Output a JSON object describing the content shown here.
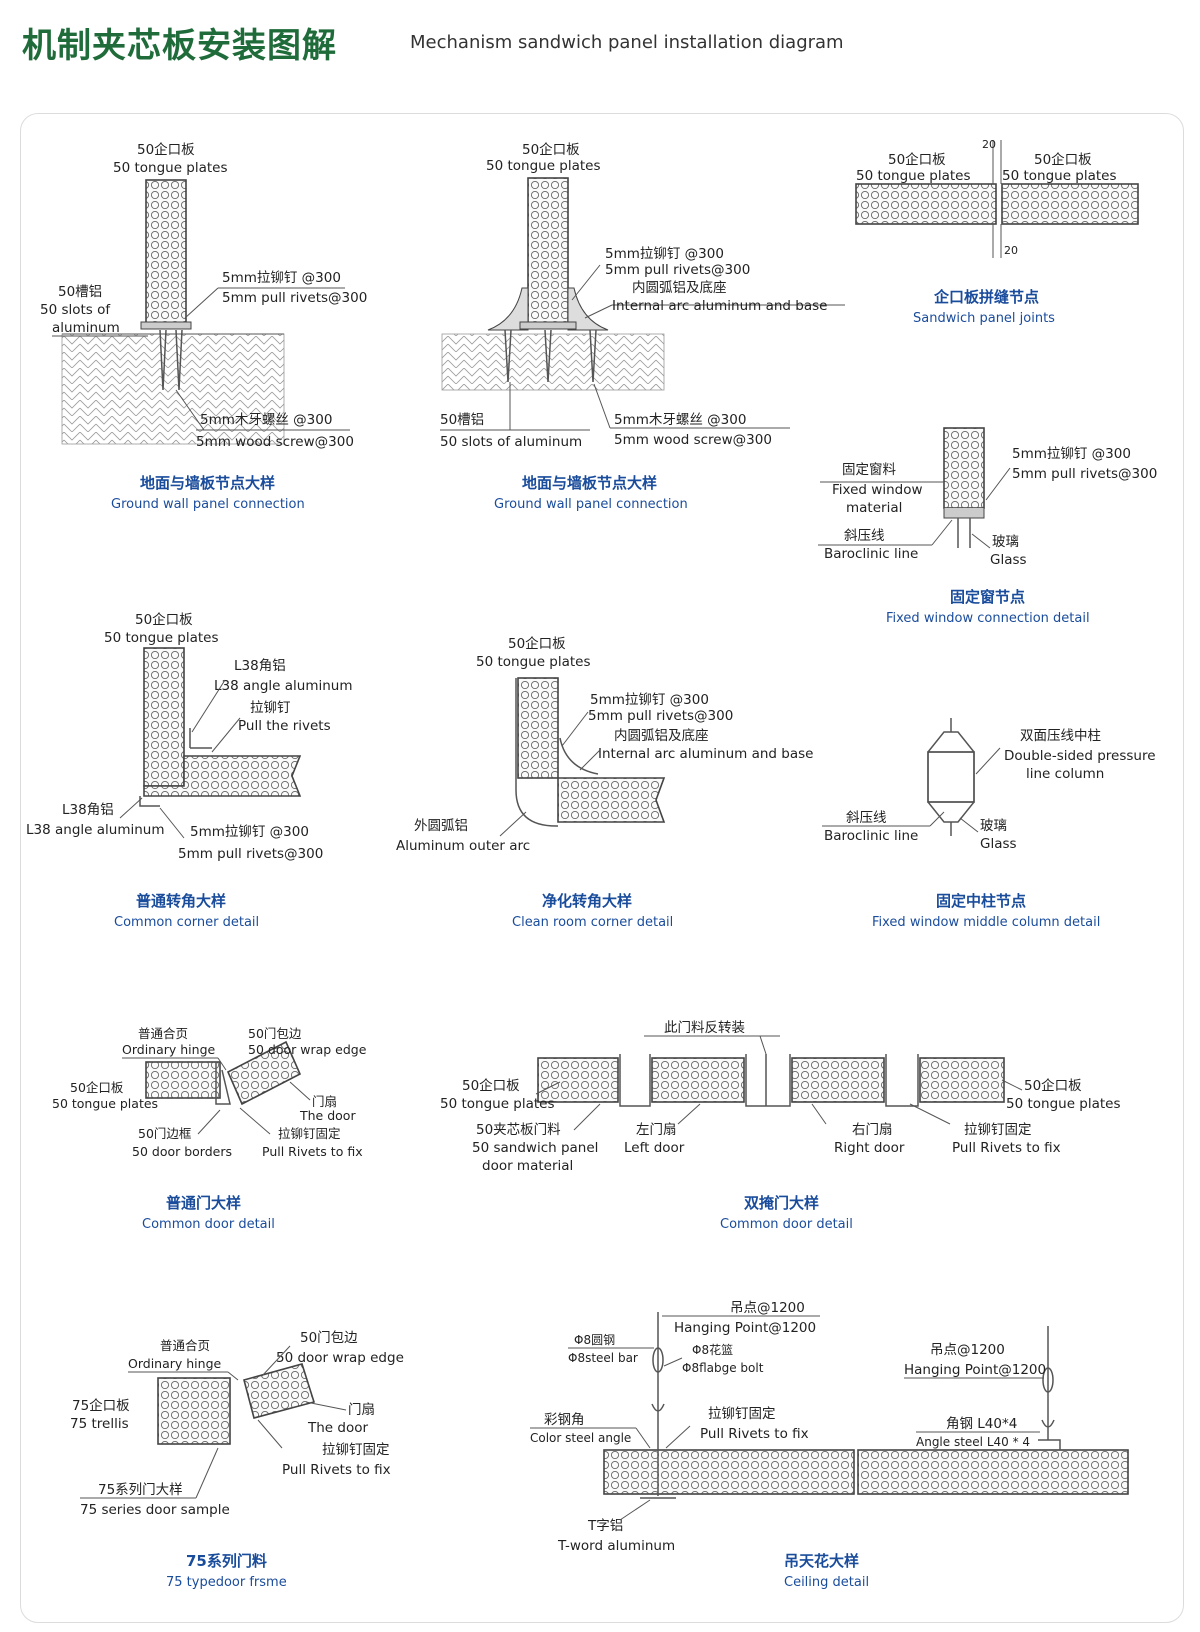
{
  "header": {
    "title_cn": "机制夹芯板安装图解",
    "title_en": "Mechanism sandwich panel installation diagram"
  },
  "details": {
    "ground_wall_1": {
      "caption_cn": "地面与墙板节点大样",
      "caption_en": "Ground wall panel connection",
      "panel_cn": "50企口板",
      "panel_en": "50 tongue plates",
      "rivet_cn": "5mm拉铆钉 @300",
      "rivet_en": "5mm pull rivets@300",
      "slot_cn": "50槽铝",
      "slot_en1": "50 slots of",
      "slot_en2": "aluminum",
      "screw_cn": "5mm木牙螺丝 @300",
      "screw_en": "5mm wood screw@300"
    },
    "ground_wall_2": {
      "caption_cn": "地面与墙板节点大样",
      "caption_en": "Ground wall panel connection",
      "panel_cn": "50企口板",
      "panel_en": "50 tongue plates",
      "rivet_cn": "5mm拉铆钉 @300",
      "rivet_en": "5mm pull rivets@300",
      "arc_cn": "内圆弧铝及底座",
      "arc_en": "Internal arc aluminum and base",
      "slot_cn": "50槽铝",
      "slot_en": "50 slots of aluminum",
      "screw_cn": "5mm木牙螺丝 @300",
      "screw_en": "5mm wood screw@300"
    },
    "panel_joints": {
      "caption_cn": "企口板拼缝节点",
      "caption_en": "Sandwich panel joints",
      "left_cn": "50企口板",
      "left_en": "50 tongue plates",
      "right_cn": "50企口板",
      "right_en": "50 tongue plates",
      "dim_top": "20",
      "dim_bottom": "20"
    },
    "fixed_window": {
      "caption_cn": "固定窗节点",
      "caption_en": "Fixed window connection detail",
      "window_cn": "固定窗料",
      "window_en1": "Fixed window",
      "window_en2": "material",
      "rivet_cn": "5mm拉铆钉 @300",
      "rivet_en": "5mm pull rivets@300",
      "line_cn": "斜压线",
      "line_en": "Baroclinic line",
      "glass_cn": "玻璃",
      "glass_en": "Glass"
    },
    "common_corner": {
      "caption_cn": "普通转角大样",
      "caption_en": "Common corner detail",
      "panel_cn": "50企口板",
      "panel_en": "50 tongue plates",
      "angle_cn": "L38角铝",
      "angle_en": "L38 angle aluminum",
      "rivet_cn": "拉铆钉",
      "rivet_en": "Pull the rivets",
      "angle2_cn": "L38角铝",
      "angle2_en": "L38 angle aluminum",
      "rivet2_cn": "5mm拉铆钉 @300",
      "rivet2_en": "5mm pull rivets@300"
    },
    "clean_corner": {
      "caption_cn": "净化转角大样",
      "caption_en": "Clean room corner detail",
      "panel_cn": "50企口板",
      "panel_en": "50 tongue plates",
      "rivet_cn": "5mm拉铆钉 @300",
      "rivet_en": "5mm pull rivets@300",
      "arc_cn": "内圆弧铝及底座",
      "arc_en": "Internal arc aluminum and base",
      "outer_cn": "外圆弧铝",
      "outer_en": "Aluminum outer arc"
    },
    "middle_column": {
      "caption_cn": "固定中柱节点",
      "caption_en": "Fixed window middle column detail",
      "column_cn": "双面压线中柱",
      "column_en1": "Double-sided pressure",
      "column_en2": "line column",
      "line_cn": "斜压线",
      "line_en": "Baroclinic line",
      "glass_cn": "玻璃",
      "glass_en": "Glass"
    },
    "common_door": {
      "caption_cn": "普通门大样",
      "caption_en": "Common door detail",
      "hinge_cn": "普通合页",
      "hinge_en": "Ordinary hinge",
      "wrap_cn": "50门包边",
      "wrap_en": "50 door wrap edge",
      "panel_cn": "50企口板",
      "panel_en": "50 tongue plates",
      "door_cn": "门扇",
      "door_en": "The door",
      "border_cn": "50门边框",
      "border_en": "50 door borders",
      "fix_cn": "拉铆钉固定",
      "fix_en": "Pull Rivets to fix"
    },
    "double_door": {
      "caption_cn": "双掩门大样",
      "caption_en": "Common door detail",
      "reverse_cn": "此门料反转装",
      "left_panel_cn": "50企口板",
      "left_panel_en": "50 tongue plates",
      "right_panel_cn": "50企口板",
      "right_panel_en": "50 tongue plates",
      "material_cn": "50夹芯板门料",
      "material_en1": "50 sandwich panel",
      "material_en2": "door material",
      "left_cn": "左门扇",
      "left_en": "Left door",
      "right_cn": "右门扇",
      "right_en": "Right door",
      "fix_cn": "拉铆钉固定",
      "fix_en": "Pull Rivets to fix"
    },
    "series_75": {
      "caption_cn": "75系列门料",
      "caption_en": "75 typedoor frsme",
      "hinge_cn": "普通合页",
      "hinge_en": "Ordinary hinge",
      "wrap_cn": "50门包边",
      "wrap_en": "50 door wrap edge",
      "trellis_cn": "75企口板",
      "trellis_en": "75 trellis",
      "door_cn": "门扇",
      "door_en": "The door",
      "fix_cn": "拉铆钉固定",
      "fix_en": "Pull Rivets to fix",
      "sample_cn": "75系列门大样",
      "sample_en": "75 series door sample"
    },
    "ceiling": {
      "caption_cn": "吊天花大样",
      "caption_en": "Ceiling detail",
      "hang_cn": "吊点@1200",
      "hang_en": "Hanging Point@1200",
      "bar_cn": "Φ8圆钢",
      "bar_en": "Φ8steel bar",
      "bolt_cn": "Φ8花篮",
      "bolt_en": "Φ8flabge bolt",
      "angle_cn": "彩钢角",
      "angle_en": "Color steel angle",
      "fix_cn": "拉铆钉固定",
      "fix_en": "Pull Rivets to fix",
      "t_cn": "T字铝",
      "t_en": "T-word aluminum",
      "hang2_cn": "吊点@1200",
      "hang2_en": "Hanging Point@1200",
      "steel_cn": "角钢 L40*4",
      "steel_en": "Angle steel L40 * 4"
    }
  }
}
